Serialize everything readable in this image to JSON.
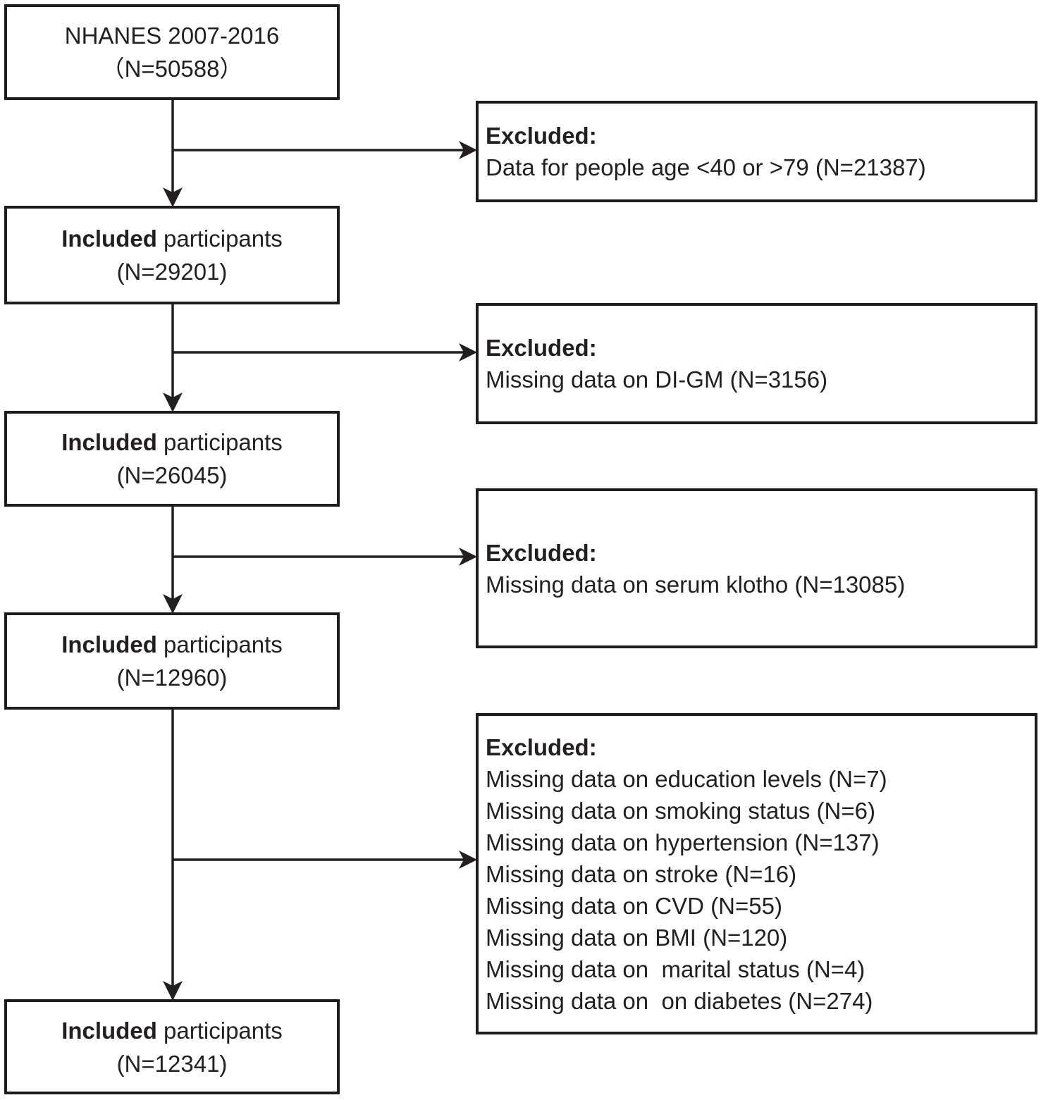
{
  "diagram": {
    "cohort_boxes": [
      {
        "title": "NHANES 2007-2016",
        "n": "（N=50588）"
      },
      {
        "title_bold": "Included",
        "title_rest": " participants",
        "n": "(N=29201)"
      },
      {
        "title_bold": "Included",
        "title_rest": " participants",
        "n": "(N=26045)"
      },
      {
        "title_bold": "Included",
        "title_rest": " participants",
        "n": "(N=12960)"
      },
      {
        "title_bold": "Included",
        "title_rest": " participants",
        "n": "(N=12341)"
      }
    ],
    "exclusion_boxes": [
      {
        "heading": "Excluded:",
        "items": [
          "Data for people age <40 or >79 (N=21387)"
        ]
      },
      {
        "heading": "Excluded:",
        "items": [
          "Missing data on DI-GM (N=3156)"
        ]
      },
      {
        "heading": "Excluded:",
        "items": [
          "Missing data on serum klotho (N=13085)"
        ]
      },
      {
        "heading": "Excluded:",
        "items": [
          "Missing data on education levels (N=7)",
          "Missing data on smoking status (N=6)",
          "Missing data on hypertension (N=137)",
          "Missing data on stroke (N=16)",
          "Missing data on CVD (N=55)",
          "Missing data on BMI (N=120)",
          "Missing data on  marital status (N=4)",
          "Missing data on  on diabetes (N=274)"
        ]
      }
    ],
    "colors": {
      "line": "#231f20",
      "text": "#231f20",
      "background": "#ffffff"
    }
  }
}
